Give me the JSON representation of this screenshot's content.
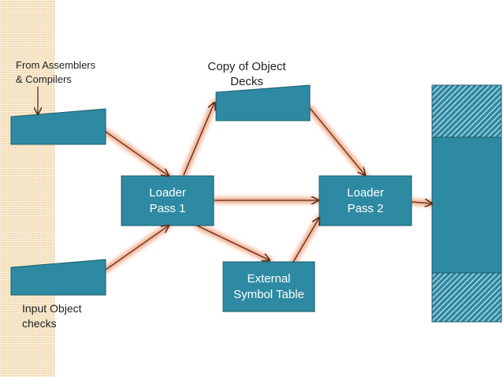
{
  "labels": {
    "source": "From Assemblers\n& Compilers",
    "input": "Input Object\nchecks",
    "copy": "Copy of Object\nDecks"
  },
  "boxes": {
    "pass1": "Loader\nPass 1",
    "pass2": "Loader\nPass 2",
    "symtab": "External\nSymbol Table"
  },
  "colors": {
    "box_fill": "#2e8aa2",
    "box_stroke": "#1b5a6b",
    "arrow": "#5a2a1a",
    "glow": "#e8743f",
    "strip": "#f2dcb5"
  }
}
